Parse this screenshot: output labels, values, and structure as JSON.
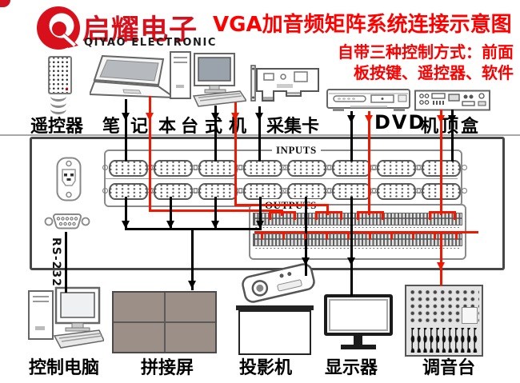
{
  "header": {
    "brand_cn": "启耀电子",
    "brand_en": "QIYAO ELECTRONIC",
    "title": "VGA加音频矩阵系统连接示意图",
    "subtitle_line1": "自带三种控制方式：前面",
    "subtitle_line2": "板按键、遥控器、软件"
  },
  "matrix": {
    "inputs_label": "INPUTS",
    "outputs_label": "OUTPUTS",
    "rs232_label": "RS-232"
  },
  "sources": [
    {
      "label": "遥控器"
    },
    {
      "label": "笔记本"
    },
    {
      "label": "台式机"
    },
    {
      "label": "采集卡"
    },
    {
      "label": "DVD"
    },
    {
      "label": "机顶盒"
    }
  ],
  "sinks": [
    {
      "label": "控制电脑"
    },
    {
      "label": "拼接屏"
    },
    {
      "label": "投影机"
    },
    {
      "label": "显示器"
    },
    {
      "label": "调音台"
    }
  ],
  "colors": {
    "brand_red": "#d8101c",
    "title_red": "#fe0000",
    "video_wire": "#000000",
    "audio_wire": "#f01800",
    "wall_panel": "#9c8f88"
  }
}
